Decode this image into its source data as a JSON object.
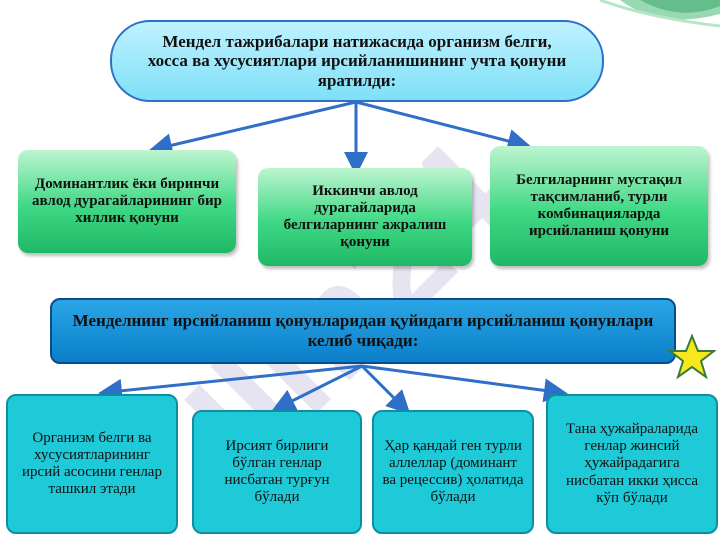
{
  "colors": {
    "top_box": "#8fe6f8",
    "green_box": "#3fd884",
    "mid_box": "#1a93d8",
    "teal_box": "#1ec9d8",
    "arrow": "#2f6fc8",
    "star": "#f5e81c"
  },
  "watermark": "...",
  "main_statement": "Мендел тажрибалари натижасида организм белги, хосса ва хусусиятлари ирсийланишининг учта қонуни яратилди:",
  "laws": [
    {
      "text": "Доминантлик ёки биринчи авлод дурагайларининг бир хиллик қонуни"
    },
    {
      "text": "Иккинчи авлод дурагайларида белгиларнинг ажралиш қонуни"
    },
    {
      "text": "Белгиларнинг мустақил тақсимланиб, турли комбинацияларда ирсийланиш қонуни"
    }
  ],
  "derived_statement": "Менделнинг ирсийланиш қонунларидан қуйидаги ирсийланиш қонунлари келиб чиқади:",
  "consequences": [
    {
      "text": "Организм белги ва хусусиятларининг ирсий асосини генлар ташкил этади"
    },
    {
      "text": "Ирсият бирлиги бўлган генлар нисбатан турғун бўлади"
    },
    {
      "text": "Ҳар қандай ген турли аллеллар (доминант ва рецессив) ҳолатида бўлади"
    },
    {
      "text": "Тана ҳужайраларида генлар жинсий ҳужайрадагига нисбатан икки ҳисса кўп бўлади"
    }
  ]
}
